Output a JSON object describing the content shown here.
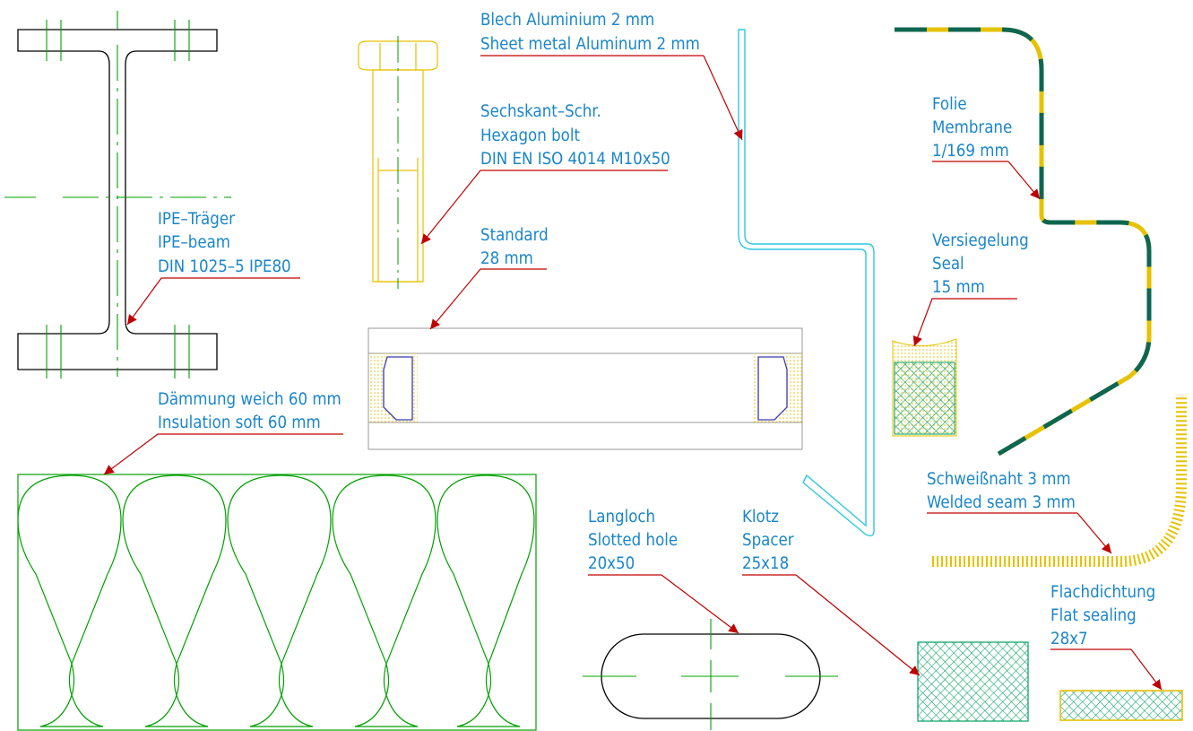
{
  "labels": {
    "ipe": [
      "IPE–Träger",
      "IPE–beam",
      "DIN 1025–5 IPE80"
    ],
    "bolt": [
      "Sechskant–Schr.",
      "Hexagon bolt",
      "DIN EN ISO 4014 M10x50"
    ],
    "sheet": [
      "Blech Aluminium 2 mm",
      "Sheet metal Aluminum 2 mm"
    ],
    "membrane": [
      "Folie",
      "Membrane",
      "1/169 mm"
    ],
    "standard": [
      "Standard",
      "28 mm"
    ],
    "seal": [
      "Versiegelung",
      "Seal",
      "15 mm"
    ],
    "insulation": [
      "Dämmung weich 60 mm",
      "Insulation soft 60 mm"
    ],
    "weld": [
      "Schweißnaht 3 mm",
      "Welded seam 3 mm"
    ],
    "slot": [
      "Langloch",
      "Slotted hole",
      "20x50"
    ],
    "spacer": [
      "Klotz",
      "Spacer",
      "25x18"
    ],
    "flat": [
      "Flachdichtung",
      "Flat sealing",
      "28x7"
    ]
  },
  "colors": {
    "text": "#1a86c9",
    "leader": "#c00000",
    "axis": "#00a000",
    "outline": "#000000",
    "bolt": "#e6c200",
    "sheet": "#2ec8e0",
    "insulation": "#00a000",
    "hatch": "#00a060",
    "membrane_dark": "#0e6650"
  }
}
